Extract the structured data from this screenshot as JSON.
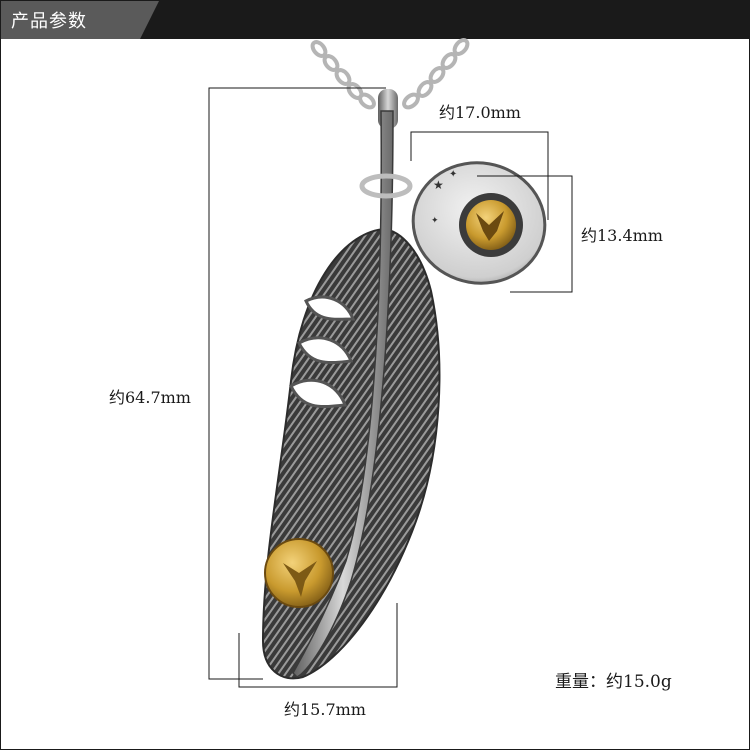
{
  "header": {
    "title": "产品参数"
  },
  "dimensions": {
    "pendant_width": "约17.0mm",
    "pendant_height": "约13.4mm",
    "feather_length": "约64.7mm",
    "feather_width": "约15.7mm"
  },
  "weight": {
    "label": "重量：约15.0g"
  },
  "colors": {
    "header_dark": "#1a1a1a",
    "header_tab": "#5a5a5a",
    "silver": "#9a9a9a",
    "gold": "#c99a2e"
  }
}
